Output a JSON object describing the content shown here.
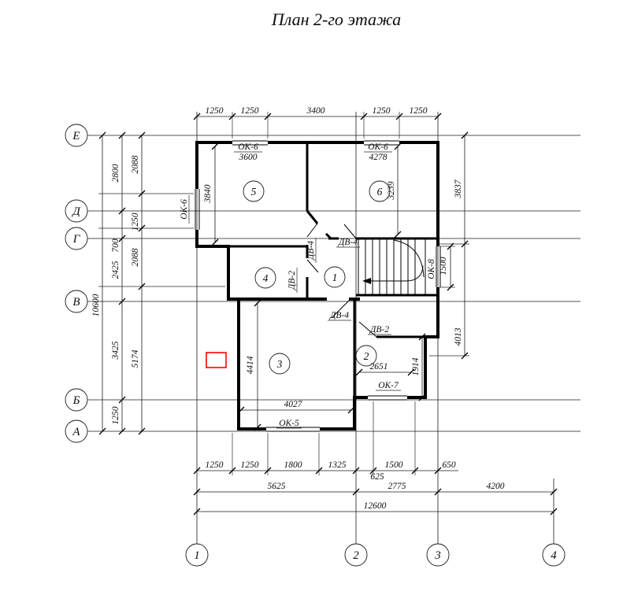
{
  "title": "План 2-го этажа",
  "colors": {
    "highlight": "#ff0000"
  },
  "axes": {
    "rows": [
      "Е",
      "Д",
      "Г",
      "В",
      "Б",
      "А"
    ],
    "cols": [
      "1",
      "2",
      "3",
      "4"
    ]
  },
  "rooms": [
    "5",
    "6",
    "4",
    "1",
    "3",
    "2"
  ],
  "openings": {
    "window_top_left": {
      "label": "ОК-6",
      "width": "3600"
    },
    "window_top_right": {
      "label": "ОК-6",
      "width": "4278"
    },
    "window_left": "ОК-6",
    "window_stair": "ОК-8",
    "window_bottom": "ОК-5",
    "window_room2": "ОК-7",
    "door_hall_5": "ДВ-4",
    "door_hall_6": "ДВ-4",
    "door_room3": "ДВ-4",
    "door_room4": "ДВ-2",
    "door_room2": "ДВ-2"
  },
  "dimensions": {
    "top": [
      "1250",
      "1250",
      "3400",
      "1250",
      "1250"
    ],
    "left_outer": [
      "2800",
      "700",
      "2425",
      "3425",
      "1250"
    ],
    "left_inner": [
      "2088",
      "1250",
      "2088",
      "5174"
    ],
    "left_total": "10600",
    "right_top": "3837",
    "right_bottom": "4013",
    "stair_window": "1500",
    "room2_side": "1914",
    "room5_height": "3840",
    "room6_height": "3239",
    "room3_height": "4414",
    "room3_width": "4027",
    "room2_width": "2651",
    "bottom_row1": [
      "1250",
      "1250",
      "1800",
      "1325",
      "625",
      "1500",
      "650"
    ],
    "bottom_row2": [
      "5625",
      "2775",
      "4200"
    ],
    "bottom_total": "12600"
  }
}
